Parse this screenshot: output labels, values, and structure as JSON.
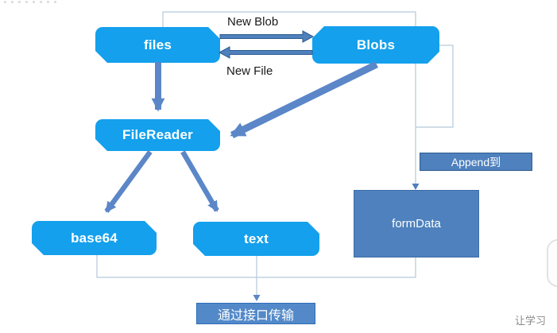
{
  "diagram": {
    "title_hint": "File / Blob conversion flow diagram",
    "nodes": [
      {
        "id": "files",
        "label": "files"
      },
      {
        "id": "blobs",
        "label": "Blobs"
      },
      {
        "id": "filereader",
        "label": "FileReader"
      },
      {
        "id": "base64",
        "label": "base64"
      },
      {
        "id": "text",
        "label": "text"
      },
      {
        "id": "formdata",
        "label": "formData"
      }
    ],
    "edge_labels": {
      "new_blob": "New Blob",
      "new_file": "New File",
      "append_to": "Append到",
      "transfer": "通过接口传输"
    },
    "edges": [
      {
        "from": "files",
        "to": "blobs",
        "label": "New Blob"
      },
      {
        "from": "blobs",
        "to": "files",
        "label": "New File"
      },
      {
        "from": "files",
        "to": "filereader",
        "label": ""
      },
      {
        "from": "blobs",
        "to": "filereader",
        "label": ""
      },
      {
        "from": "filereader",
        "to": "base64",
        "label": ""
      },
      {
        "from": "filereader",
        "to": "text",
        "label": ""
      },
      {
        "from": "files",
        "to": "formdata",
        "label": "Append到"
      },
      {
        "from": "blobs",
        "to": "formdata",
        "label": ""
      },
      {
        "from": "text",
        "to": "transfer",
        "label": "通过接口传输"
      }
    ],
    "colors": {
      "node_fill": "#14a0ec",
      "node_text": "#ffffff",
      "steel_box_fill": "#4e81bd",
      "steel_box_border": "#2e5b8f",
      "arrow_fill": "#5b87c8",
      "arrow_outline": "#2e5b8f",
      "connector_line": "#b5c9da",
      "edge_label_text": "#1a1a1a"
    }
  },
  "watermark": {
    "text": "让学习"
  }
}
